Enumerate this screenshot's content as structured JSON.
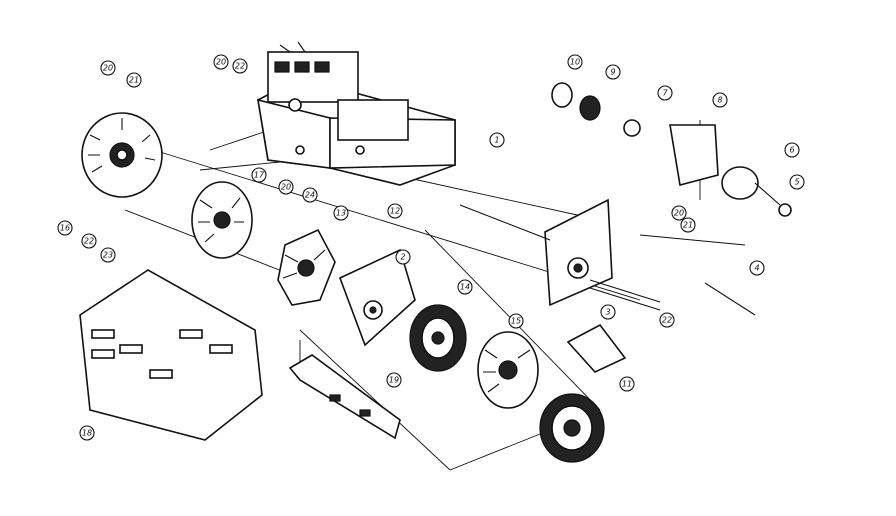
{
  "callouts": [
    {
      "id": "c1",
      "label": "1"
    },
    {
      "id": "c2",
      "label": "2"
    },
    {
      "id": "c3",
      "label": "3"
    },
    {
      "id": "c4",
      "label": "4"
    },
    {
      "id": "c5",
      "label": "5"
    },
    {
      "id": "c6",
      "label": "6"
    },
    {
      "id": "c7",
      "label": "7"
    },
    {
      "id": "c8",
      "label": "8"
    },
    {
      "id": "c9",
      "label": "9"
    },
    {
      "id": "c10",
      "label": "10"
    },
    {
      "id": "c11",
      "label": "11"
    },
    {
      "id": "c12",
      "label": "12"
    },
    {
      "id": "c13",
      "label": "13"
    },
    {
      "id": "c14",
      "label": "14"
    },
    {
      "id": "c15",
      "label": "15"
    },
    {
      "id": "c16",
      "label": "16"
    },
    {
      "id": "c17",
      "label": "17"
    },
    {
      "id": "c18",
      "label": "18"
    },
    {
      "id": "c19",
      "label": "19"
    },
    {
      "id": "c20a",
      "label": "20"
    },
    {
      "id": "c20b",
      "label": "20"
    },
    {
      "id": "c20c",
      "label": "20"
    },
    {
      "id": "c20d",
      "label": "20"
    },
    {
      "id": "c21a",
      "label": "21"
    },
    {
      "id": "c21b",
      "label": "21"
    },
    {
      "id": "c22a",
      "label": "22"
    },
    {
      "id": "c22b",
      "label": "22"
    },
    {
      "id": "c22c",
      "label": "22"
    },
    {
      "id": "c23",
      "label": "23"
    },
    {
      "id": "c24",
      "label": "24"
    }
  ]
}
